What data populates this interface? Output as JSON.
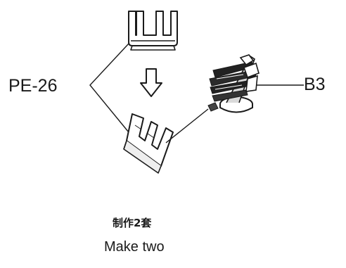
{
  "labels": {
    "part_a": "PE-26",
    "part_b": "B3",
    "instruction_cn": "制作2套",
    "instruction_en": "Make two"
  },
  "icons": {
    "part_top": "pe26-part-flat-icon",
    "arrow": "down-arrow-icon",
    "part_bent": "pe26-part-bent-icon",
    "figure": "b3-figure-icon"
  },
  "colors": {
    "line": "#1a1a1a",
    "background": "#ffffff"
  }
}
